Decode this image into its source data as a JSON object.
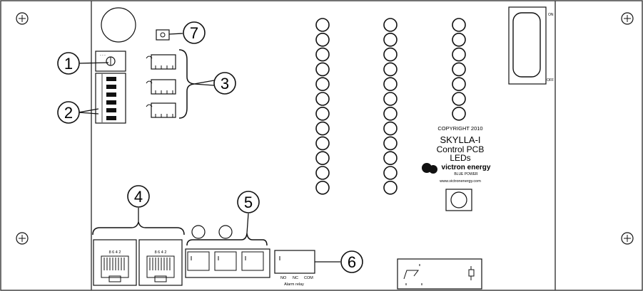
{
  "callouts": [
    {
      "number": "1"
    },
    {
      "number": "2"
    },
    {
      "number": "3"
    },
    {
      "number": "4"
    },
    {
      "number": "5"
    },
    {
      "number": "6"
    },
    {
      "number": "7"
    }
  ],
  "pcb_text": {
    "copyright": "COPYRIGHT 2010",
    "model": "SKYLLA-I",
    "title_line1": "Control PCB",
    "title_line2": "LEDs",
    "brand": "victron energy",
    "brand_tagline": "BLUE POWER",
    "website": "www.victronenergy.com",
    "switch_on": "ON",
    "switch_off": "OFF",
    "relay_terminals": [
      "NO",
      "NC",
      "COM"
    ],
    "relay_caption": "Alarm relay",
    "jack_pins_left": "8 6 4 2",
    "jack_pins_right": "8 6 4 2"
  },
  "led_columns": {
    "column_1": 12,
    "column_2": 12,
    "column_3": 7
  },
  "colors": {
    "ink": "#111111",
    "board_bg": "#ffffff",
    "border": "#444444"
  }
}
